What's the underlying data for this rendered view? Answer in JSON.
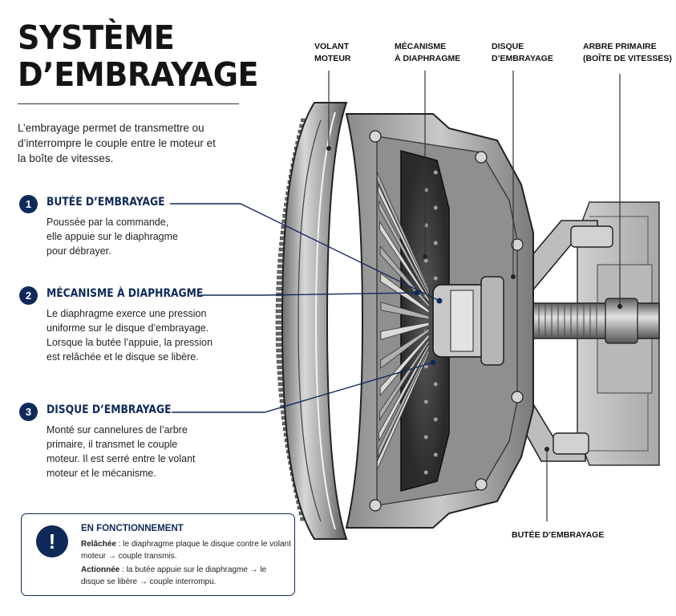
{
  "title": {
    "line1": "SYSTÈME",
    "line2": "D’EMBRAYAGE"
  },
  "intro": "L’embrayage permet de transmettre ou d’interrompre le couple entre le moteur et la boîte de vitesses.",
  "sections": [
    {
      "number": "1",
      "title": "BUTÉE D’EMBRAYAGE",
      "body": "Poussée par la commande,\nelle appuie sur le diaphragme\npour débrayer."
    },
    {
      "number": "2",
      "title": "MÉCANISME À DIAPHRAGME",
      "body": "Le diaphragme exerce une pression\nuniforme sur le disque d’embrayage.\nLorsque la butée l’appuie, la pression\nest relâchée et le disque se libère."
    },
    {
      "number": "3",
      "title": "DISQUE D’EMBRAYAGE",
      "body": "Monté sur cannelures de l’arbre\nprimaire, il transmet le couple\nmoteur. Il est serré entre le volant\nmoteur et le mécanisme."
    }
  ],
  "info_box": {
    "icon": "!",
    "title": "EN FONCTIONNEMENT",
    "released_label": "Relâchée",
    "released_text": " : le diaphragme plaque le disque contre le volant moteur → couple transmis.",
    "actuated_label": "Actionnée",
    "actuated_text": " : la butée appuie sur le diaphragme → le disque se libère → couple interrompu."
  },
  "callouts": {
    "flywheel": "VOLANT\nMOTEUR",
    "diaphragm": "MÉCANISME\nÀ DIAPHRAGME",
    "disc": "DISQUE\nD’EMBRAYAGE",
    "shaft": "ARBRE PRIMAIRE\n(BOÎTE DE VITESSES)",
    "bearing": "BUTÉE D’EMBRAYAGE"
  },
  "colors": {
    "accent": "#0f2a5a",
    "text": "#1a1a1a",
    "metal": "#9a9a9a"
  }
}
